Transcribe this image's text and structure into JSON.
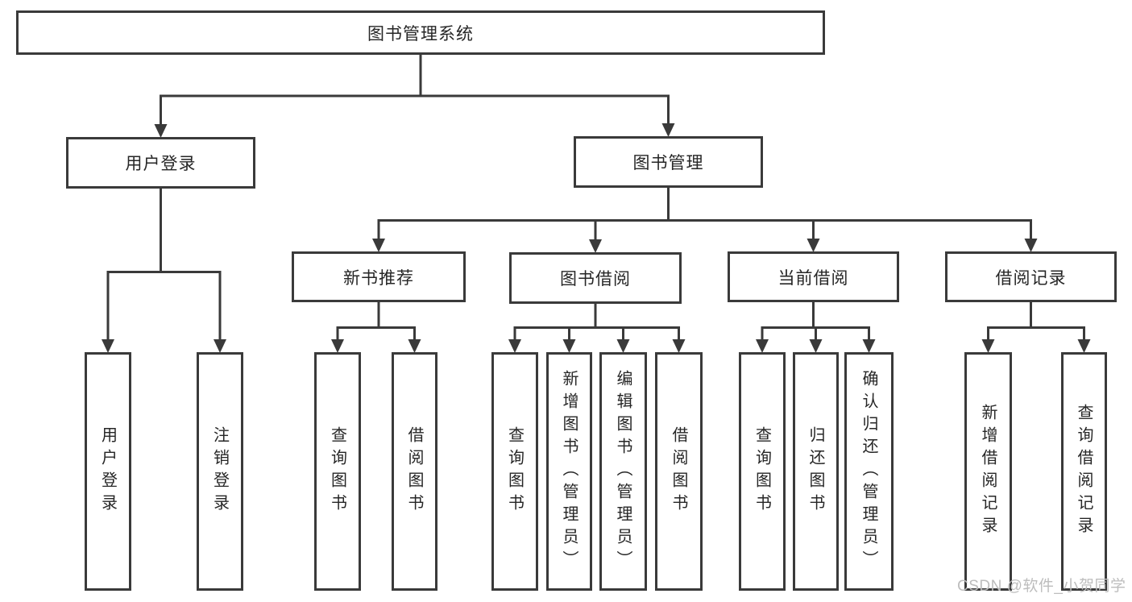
{
  "nodes": {
    "root": "图书管理系统",
    "login": "用户登录",
    "manage": "图书管理",
    "newbook": "新书推荐",
    "borrow": "图书借阅",
    "current": "当前借阅",
    "record": "借阅记录",
    "login_leaves": [
      "用户登录",
      "注销登录"
    ],
    "newbook_leaves": [
      "查询图书",
      "借阅图书"
    ],
    "borrow_leaves": [
      "查询图书",
      "新增图书（管理员）",
      "编辑图书（管理员）",
      "借阅图书"
    ],
    "current_leaves": [
      "查询图书",
      "归还图书",
      "确认归还（管理员）"
    ],
    "record_leaves": [
      "新增借阅记录",
      "查询借阅记录"
    ]
  },
  "watermark": "CSDN @软件_小贺同学",
  "colors": {
    "line": "#3a3a3a",
    "text": "#262626",
    "background": "#ffffff",
    "watermark": "#bdbdbd"
  }
}
